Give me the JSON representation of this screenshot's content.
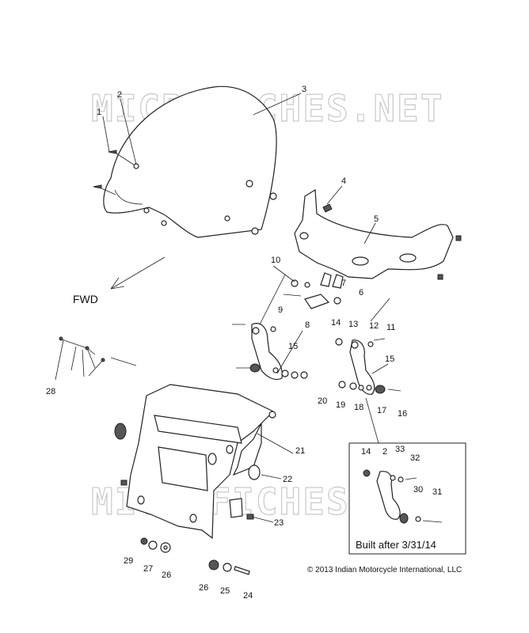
{
  "watermark": "MICROFICHES.NET",
  "direction_label": "FWD",
  "inset_caption": "Built after 3/31/14",
  "copyright": "© 2013 Indian Motorcycle International, LLC",
  "callouts": [
    "1",
    "2",
    "3",
    "4",
    "5",
    "10",
    "7",
    "6",
    "9",
    "8",
    "14",
    "13",
    "12",
    "11",
    "15",
    "15",
    "20",
    "19",
    "18",
    "17",
    "16",
    "28",
    "21",
    "22",
    "23",
    "29",
    "27",
    "26",
    "26",
    "25",
    "24",
    "14",
    "2",
    "33",
    "32",
    "30",
    "31"
  ]
}
